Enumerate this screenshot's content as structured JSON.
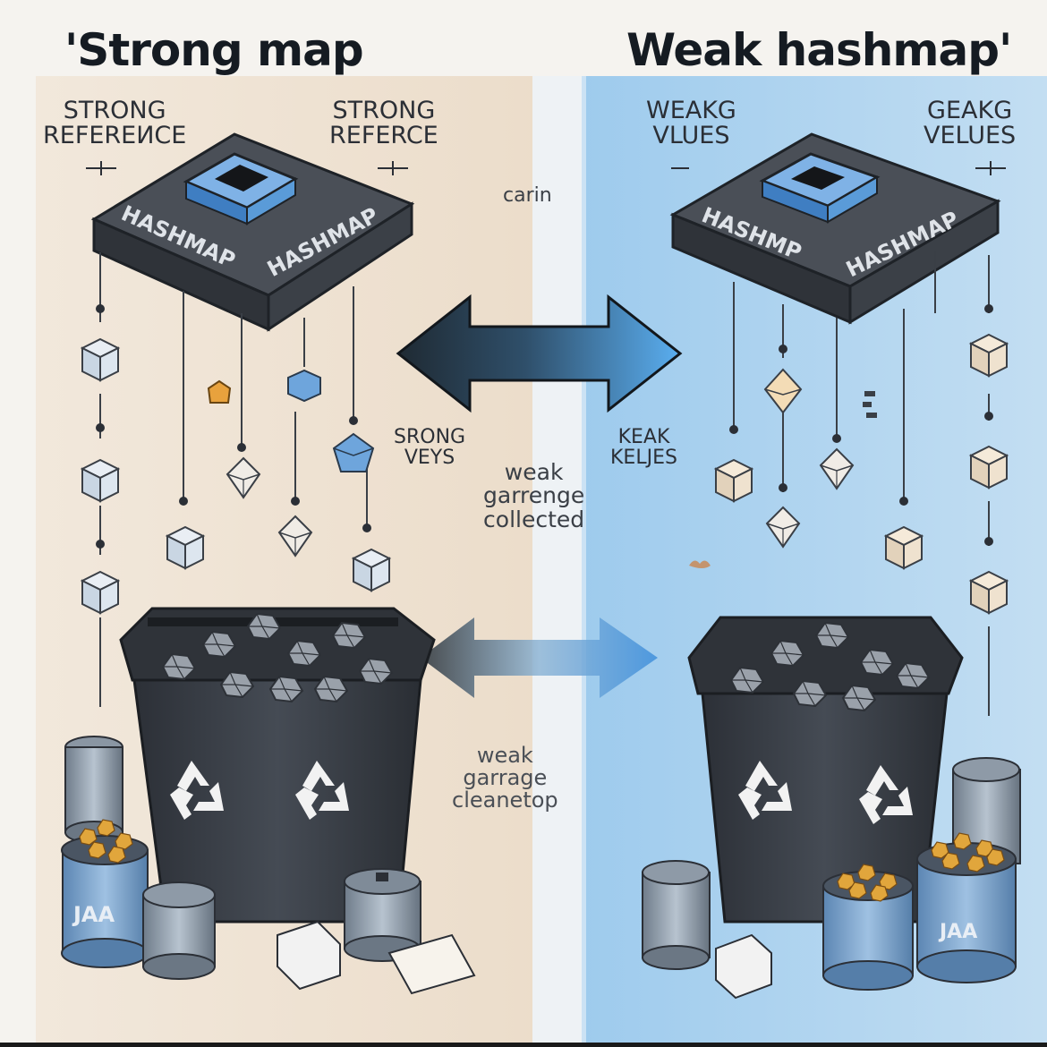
{
  "titles": {
    "left": "'Strong map",
    "right": "Weak hashmap'"
  },
  "labels": {
    "left_a": [
      "STRONG",
      "REFEREИCE"
    ],
    "left_b": [
      "STRONG",
      "REFERCE"
    ],
    "right_a": [
      "WEAKG",
      "VLUES"
    ],
    "right_b": [
      "GEAKG",
      "VELUES"
    ],
    "center_top": "carin",
    "strong_keys": [
      "SRONG",
      "VEYS"
    ],
    "weak_values": [
      "KEAK",
      "KELJES"
    ],
    "center_mid": [
      "weak",
      "garrenge",
      "collected"
    ],
    "center_bottom": [
      "weak",
      "garrage",
      "cleanetop"
    ],
    "hashmap_left": [
      "HASHMAP",
      "HASHMAP"
    ],
    "hashmap_right": [
      "HASHMP",
      "HASHMAP"
    ],
    "can_left": "JAA",
    "can_right": "JAA"
  },
  "colors": {
    "left_bg": "#efe3d3",
    "right_bg": "#a9d1ee",
    "platform": "#3a3e45",
    "accent_blue": "#5a9bd8",
    "cube_blue": "#cfe1f3",
    "cube_orange": "#e8a23d",
    "bin": "#353a42"
  },
  "icons": [
    "hashmap-platform-icon",
    "cube-icon",
    "double-arrow-icon",
    "recycle-bin-icon",
    "recycle-symbol-icon",
    "cylinder-can-icon"
  ]
}
